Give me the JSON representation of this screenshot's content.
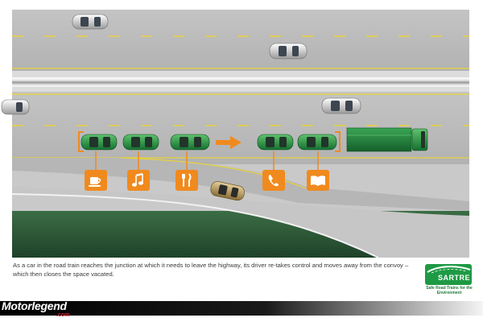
{
  "caption": "As a car in the road train reaches the junction at which it needs to leave the highway, its driver re-takes control and moves away from the convoy – which then closes the space vacated.",
  "brand": {
    "name": "SARTRE",
    "tagline": "Safe Road Trains for the Environment",
    "color": "#1e9a44"
  },
  "watermark": {
    "name": "Motorlegend",
    "domain": ".com"
  },
  "icons": [
    "coffee-icon",
    "music-icon",
    "cutlery-icon",
    "phone-icon",
    "book-icon"
  ],
  "colors": {
    "convoy_green": "#1e8a3c",
    "icon_orange": "#f08a1e",
    "road": "#b9b9b9",
    "lane_marking": "#e8d23a",
    "grass": "#2c5a36"
  }
}
